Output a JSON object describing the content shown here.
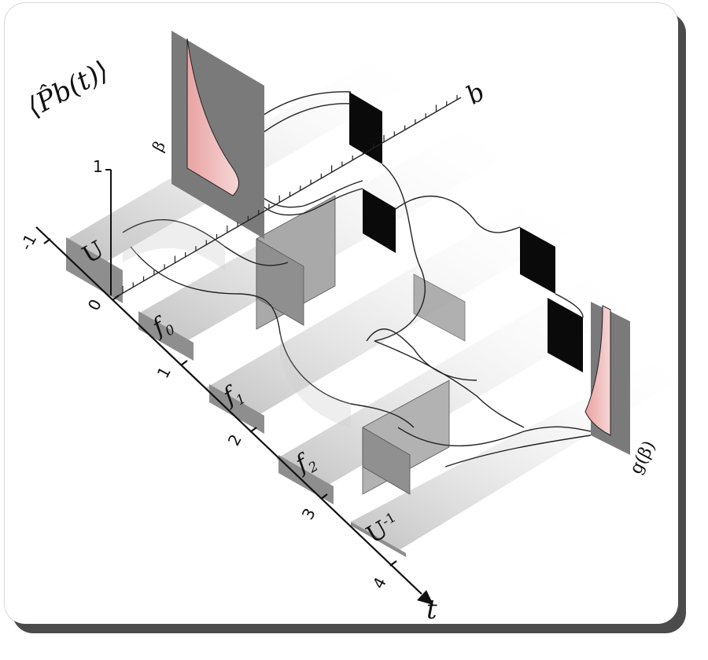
{
  "figure": {
    "yaxis_label": "⟨P̂b(t)⟩",
    "yaxis_sub": "b",
    "yaxis_top_tick": "1",
    "taxis_label": "t",
    "taxis_ticks": [
      "-1",
      "0",
      "1",
      "2",
      "3",
      "4"
    ],
    "steps": [
      {
        "main": "U",
        "sub": "",
        "sup": ""
      },
      {
        "main": "f",
        "sub": "0",
        "sup": ""
      },
      {
        "main": "f",
        "sub": "1",
        "sup": ""
      },
      {
        "main": "f",
        "sub": "2",
        "sup": ""
      },
      {
        "main": "U",
        "sub": "",
        "sup": "-1"
      }
    ],
    "b_axis_label": "b",
    "beta_label": "β",
    "g_beta_label": "g(β)"
  },
  "colors": {
    "accent_pink": "#e9a3a3",
    "dark_band": "#0a0a0a",
    "grey_band": "#9a9a9a",
    "frame_shadow": "#4b4b4b"
  }
}
